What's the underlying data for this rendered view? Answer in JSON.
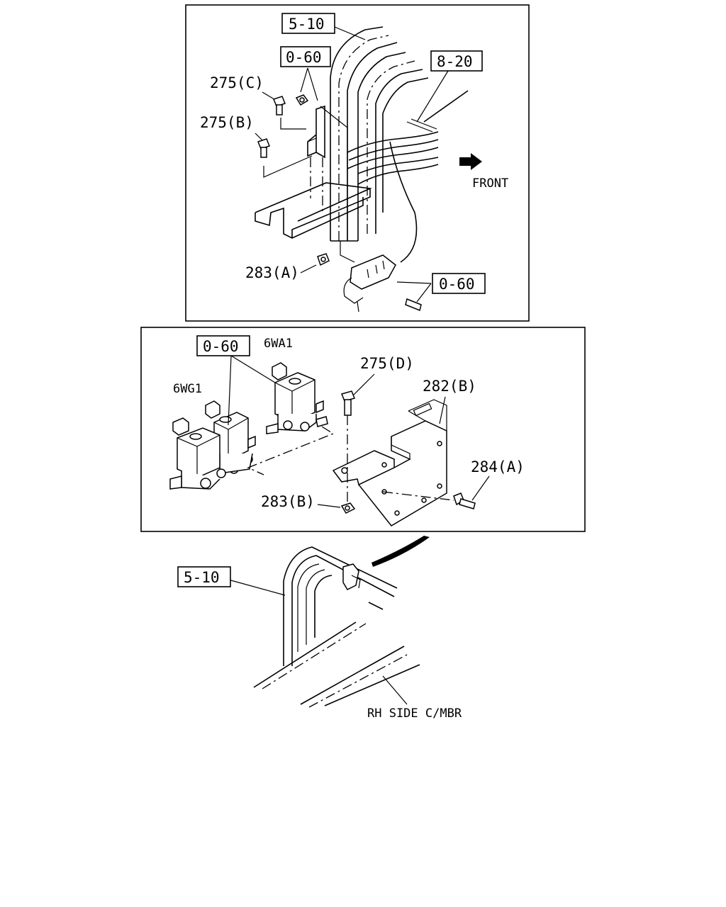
{
  "refs": {
    "top_body": "5-10",
    "top_bracket": "0-60",
    "top_harness": "8-20",
    "top_valve": "0-60",
    "mid_valves": "0-60",
    "bottom_body": "5-10"
  },
  "parts": {
    "bolt_c": "275(C)",
    "bolt_b": "275(B)",
    "nut_a": "283(A)",
    "bolt_d": "275(D)",
    "bracket_b": "282(B)",
    "bolt_284a": "284(A)",
    "nut_b": "283(B)"
  },
  "notes": {
    "front": "FRONT",
    "valve_wa1": "6WA1",
    "valve_wg1": "6WG1",
    "member": "RH SIDE C/MBR"
  }
}
